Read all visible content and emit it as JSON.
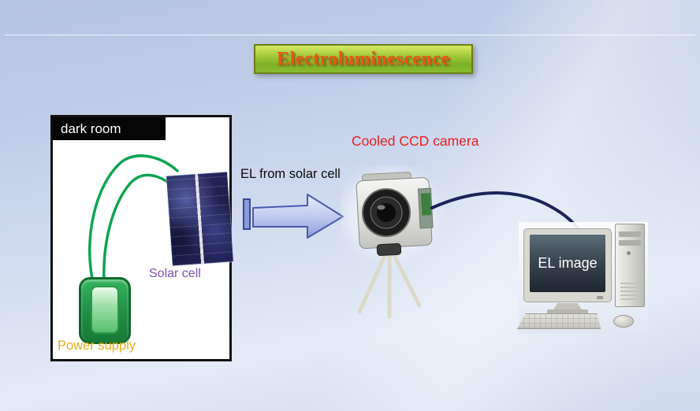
{
  "slide": {
    "title": "Electroluminescence"
  },
  "dark_room": {
    "label": "dark room",
    "solar_cell_label": "Solar cell",
    "power_supply_label": "Power supply"
  },
  "arrow": {
    "label": "EL from solar cell"
  },
  "camera": {
    "label": "Cooled CCD camera"
  },
  "computer": {
    "screen_label": "EL image"
  },
  "colors": {
    "background_top": "#b4c3e1",
    "background_bottom": "#cdd8ec",
    "title_text": "#e8570f",
    "title_box_green": "#8abc30",
    "title_box_border": "#6e7e16",
    "dark_room_border": "#111111",
    "wire_green": "#0ea452",
    "solar_cell_label": "#7a52b0",
    "power_supply_green": "#1e8a40",
    "power_supply_label": "#e8ae1e",
    "arrow_fill": "#b8c2ec",
    "arrow_outline": "#4a59ac",
    "camera_label": "#ea2121",
    "cable_navy": "#1a2458",
    "screen_label_color": "#ffffff"
  },
  "icons": {
    "solar_cell": "solar-cell-photo",
    "power_supply": "power-supply-illustration",
    "ccd_camera": "ccd-camera-photo",
    "desktop_computer": "desktop-computer-photo",
    "block_arrow": "right-block-arrow"
  }
}
